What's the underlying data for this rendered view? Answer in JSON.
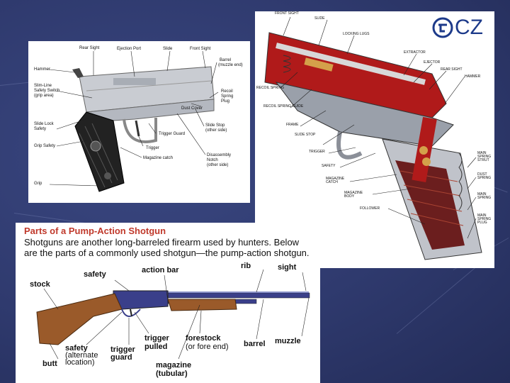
{
  "pistol": {
    "labels": {
      "rear_sight": "Rear Sight",
      "ejection_port": "Ejection Port",
      "slide": "Slide",
      "front_sight": "Front Sight",
      "barrel": "Barrel",
      "barrel_sub": "(muzzle end)",
      "hammer": "Hammer",
      "slim_line": "Slim-Line",
      "safety_switch": "Safety Switch",
      "grip_area": "(grip area)",
      "recoil_spring": "Recoil",
      "recoil_spring2": "Spring",
      "recoil_spring3": "Plug",
      "dust_cover": "Dust Cover",
      "slide_lock": "Slide Lock",
      "safety": "Safety",
      "trigger_guard": "Trigger Guard",
      "slide_stop": "Slide Stop",
      "slide_stop_sub": "(other side)",
      "grip_safety": "Grip Safety",
      "trigger": "Trigger",
      "magazine_catch": "Magazine catch",
      "disassembly": "Disassembly",
      "disassembly2": "Notch",
      "disassembly3": "(other side)",
      "grip": "Grip"
    }
  },
  "cz": {
    "logo": "CZ",
    "labels": {
      "front_sight": "FRONT SIGHT",
      "slide": "SLIDE",
      "locking_lugs": "LOCKING LUGS",
      "extractor": "EXTRACTOR",
      "ejector": "EJECTOR",
      "rear_sight": "REAR SIGHT",
      "hammer": "HAMMER",
      "recoil_spring": "RECOIL SPRING",
      "recoil_spring_guide": "RECOIL SPRING GUIDE",
      "frame": "FRAME",
      "slide_stop": "SLIDE STOP",
      "trigger": "TRIGGER",
      "safety": "SAFETY",
      "magazine_catch": "MAGAZINE CATCH",
      "magazine_body": "MAGAZINE BODY",
      "follower": "FOLLOWER",
      "main_spring_strut": "MAIN SPRING STRUT",
      "dust_spring": "DUST SPRING",
      "main_spring": "MAIN SPRING",
      "main_spring_plug": "MAIN SPRING PLUG"
    }
  },
  "shotgun": {
    "title": "Parts of a Pump-Action Shotgun",
    "description": "Shotguns are another long-barreled firearm used by hunters. Below are the parts of a commonly used shotgun—the pump-action shotgun.",
    "labels": {
      "safety": "safety",
      "action_bar": "action bar",
      "rib": "rib",
      "sight": "sight",
      "stock": "stock",
      "trigger_pulled": "trigger",
      "trigger_pulled2": "pulled",
      "forestock": "forestock",
      "forestock2": "(or fore end)",
      "barrel": "barrel",
      "muzzle": "muzzle",
      "safety_alt": "safety",
      "safety_alt2": "(alternate",
      "safety_alt3": "location)",
      "trigger_guard": "trigger",
      "trigger_guard2": "guard",
      "butt": "butt",
      "magazine": "magazine",
      "magazine2": "(tubular)"
    }
  },
  "colors": {
    "background": "#2f3a6e",
    "cutaway_red": "#b01a1a",
    "wood": "#9a5a2a",
    "steel": "#3a3f8a",
    "title_red": "#c0392b"
  }
}
